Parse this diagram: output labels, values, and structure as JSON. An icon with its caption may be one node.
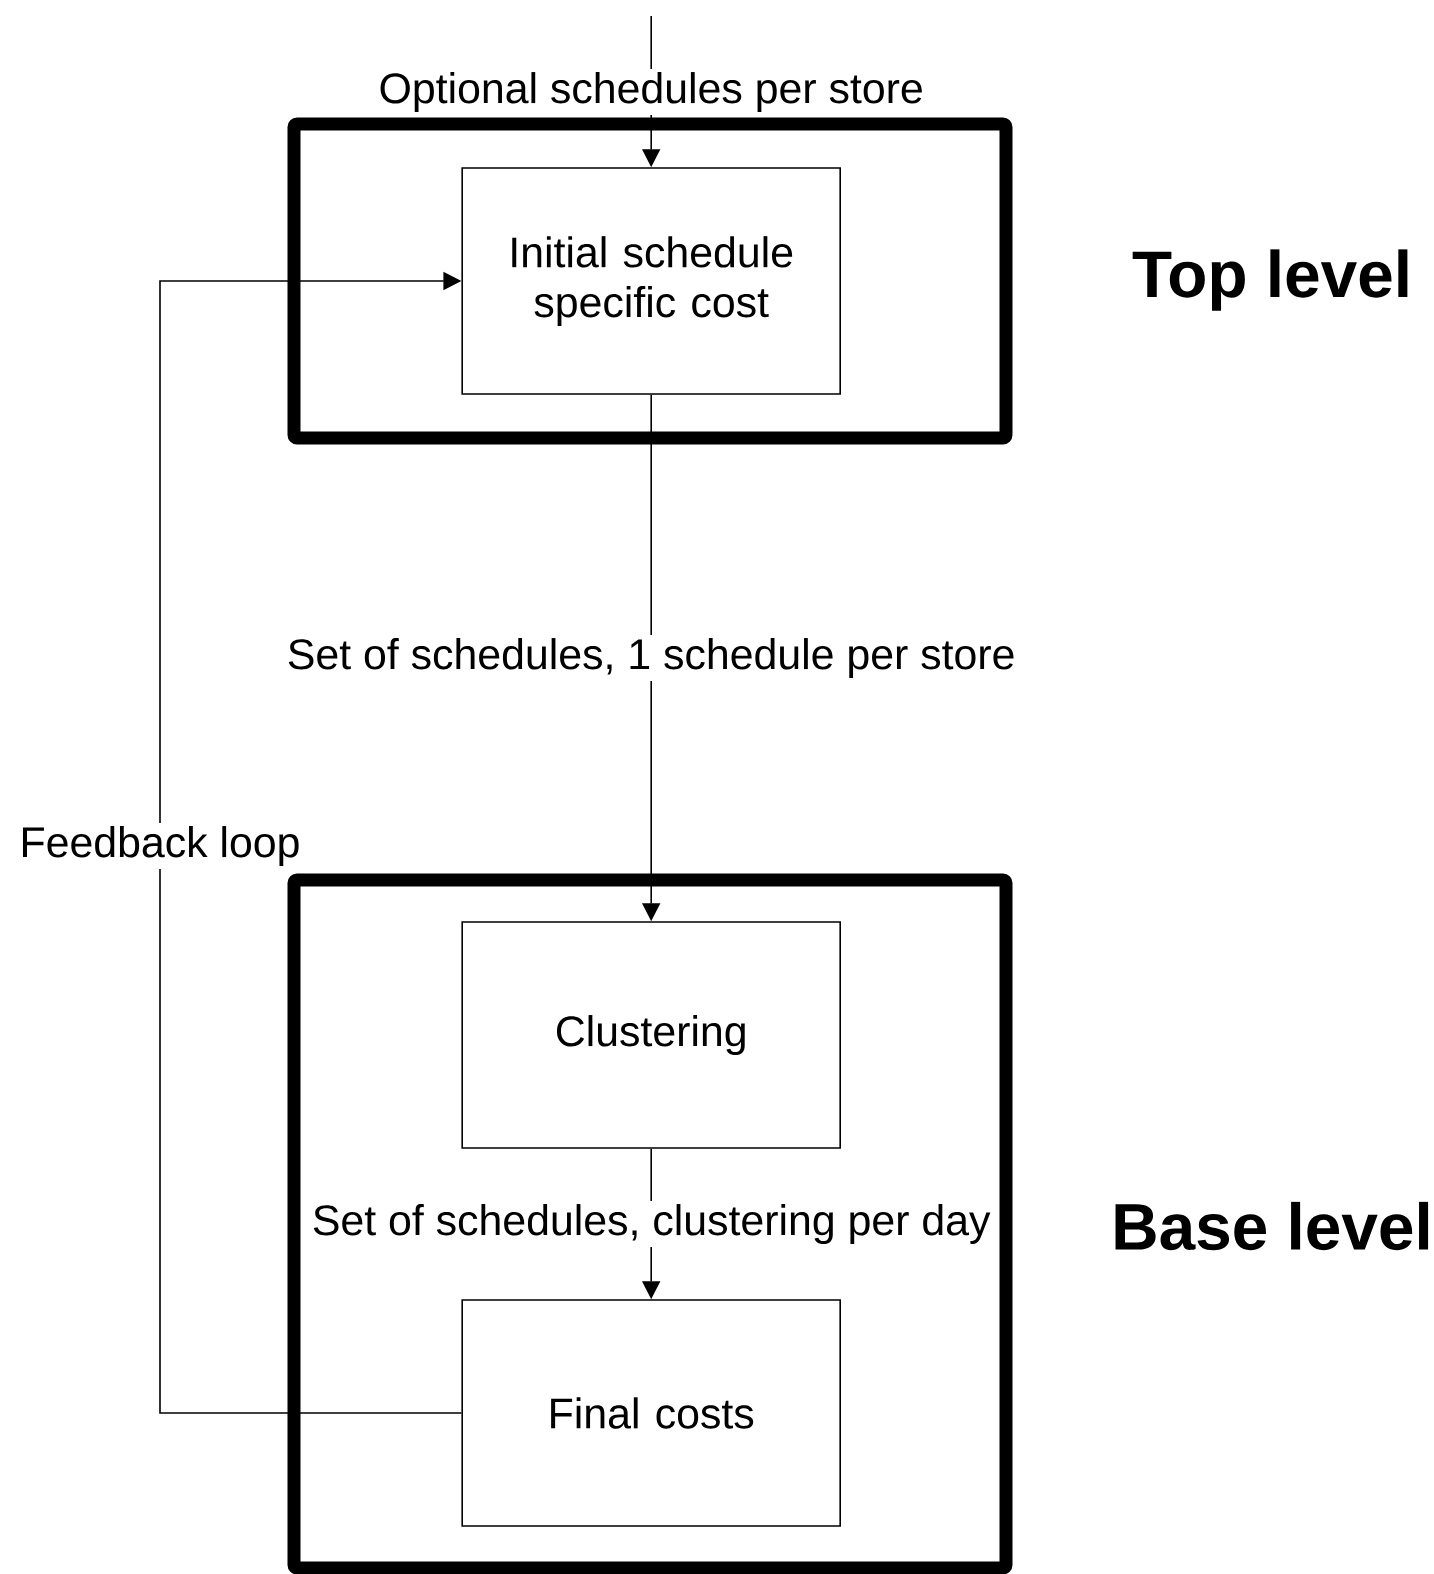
{
  "diagram": {
    "nodes": [
      {
        "text": [
          "Top level"
        ]
      },
      {
        "text": [
          "Initial schedule specific cost"
        ],
        "in": 0
      },
      {
        "text": [
          "Base level"
        ]
      },
      {
        "text": [
          "Clustering"
        ],
        "in": 2
      },
      {
        "text": [
          "Final costs"
        ],
        "in": 2
      }
    ],
    "edges": [
      {
        "from": null,
        "to": 1,
        "arrow": "to",
        "label": "Optional schedules per store"
      },
      {
        "from": 1,
        "to": 3,
        "arrow": "to",
        "label": "Set of schedules, 1 schedule per store"
      },
      {
        "from": 3,
        "to": 4,
        "arrow": "to",
        "label": "Set of schedules, clustering per day"
      },
      {
        "from": 4,
        "to": 1,
        "arrow": "to",
        "label": "Feedback loop"
      }
    ]
  }
}
